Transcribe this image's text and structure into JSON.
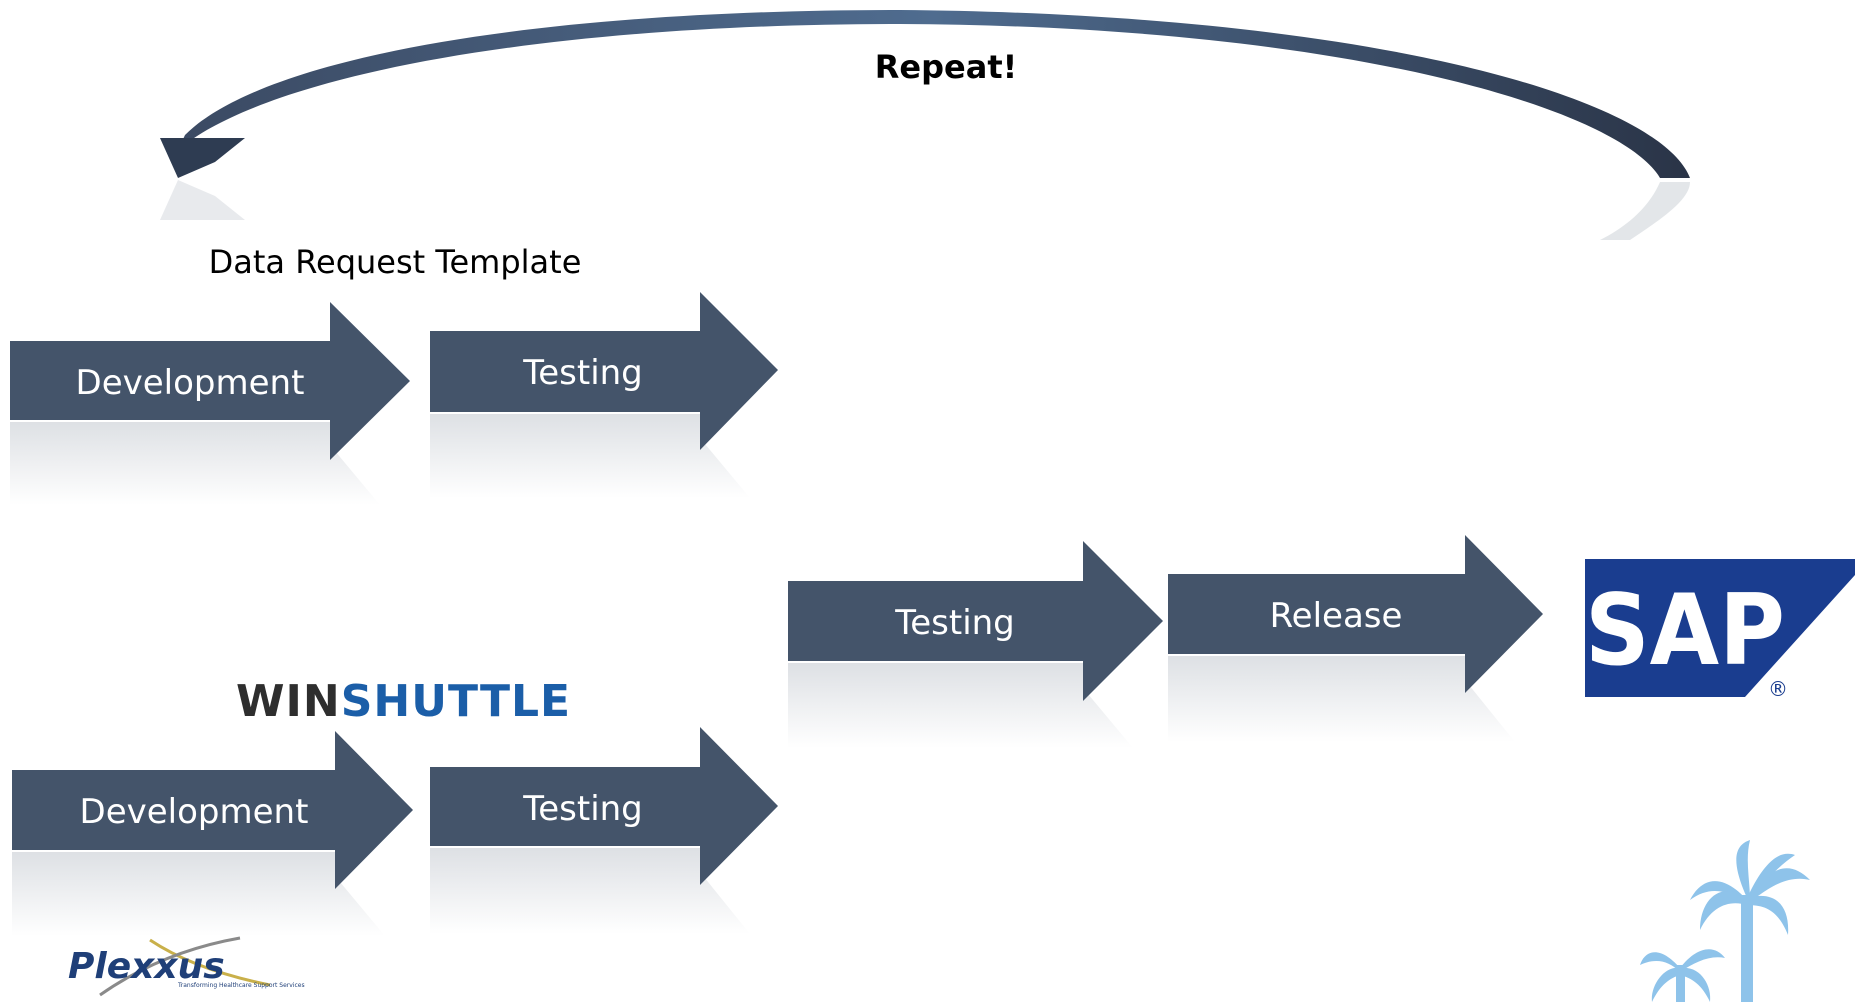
{
  "heading": "Repeat!",
  "template_caption": "Data Request Template",
  "steps": {
    "dev1": "Development",
    "test1": "Testing",
    "dev2": "Development",
    "test2": "Testing",
    "test3": "Testing",
    "release": "Release"
  },
  "logos": {
    "winshuttle_dark": "WIN",
    "winshuttle_blue": "SHUTTLE",
    "plexxus": "Plexxus",
    "plexxus_tagline": "Transforming Healthcare Support Services",
    "sap": "SAP",
    "sap_registered": "®"
  },
  "colors": {
    "arrow_fill": "#44546a",
    "cycle_arrow": "#2e3c52",
    "sap_blue": "#1a3d8f",
    "winshuttle_blue": "#1b5ea8",
    "palm": "#8ec3ea"
  }
}
